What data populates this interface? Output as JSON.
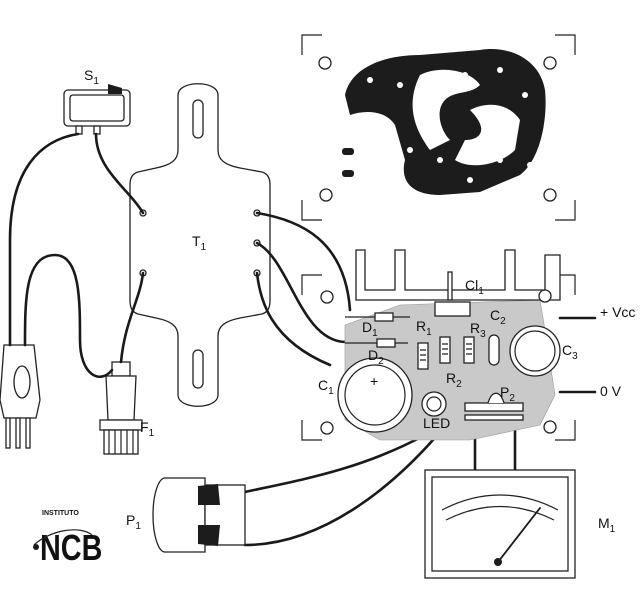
{
  "labels": {
    "s1": {
      "main": "S",
      "sub": "1"
    },
    "t1": {
      "main": "T",
      "sub": "1"
    },
    "f1": {
      "main": "F",
      "sub": "1"
    },
    "p1": {
      "main": "P",
      "sub": "1"
    },
    "m1": {
      "main": "M",
      "sub": "1"
    },
    "ci1": {
      "main": "Cl",
      "sub": "1"
    },
    "d1": {
      "main": "D",
      "sub": "1"
    },
    "d2": {
      "main": "D",
      "sub": "2"
    },
    "r1": {
      "main": "R",
      "sub": "1"
    },
    "r2": {
      "main": "R",
      "sub": "2"
    },
    "r3": {
      "main": "R",
      "sub": "3"
    },
    "c1": {
      "main": "C",
      "sub": "1"
    },
    "c2": {
      "main": "C",
      "sub": "2"
    },
    "c3": {
      "main": "C",
      "sub": "3"
    },
    "p2": {
      "main": "P",
      "sub": "2"
    },
    "led": "LED",
    "vcc": "+ Vcc",
    "zero_v": "0 V"
  },
  "logo": {
    "top": "INSTITUTO",
    "main": "NCB"
  }
}
